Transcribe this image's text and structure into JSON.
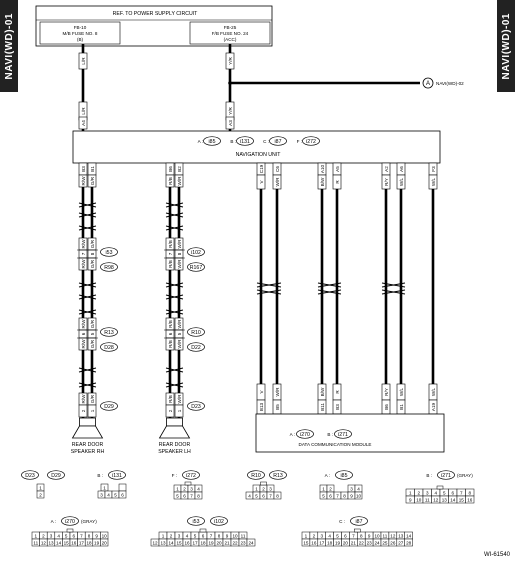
{
  "tabs": {
    "left": "NAVI(WD)-01",
    "right": "NAVI(WD)-01"
  },
  "power": {
    "title": "REF. TO POWER SUPPLY CIRCUIT",
    "fb10": [
      "FB-10",
      "M/B FUSE NO. 8",
      "(B)"
    ],
    "fb25": [
      "FB-25",
      "F/B FUSE NO. 24",
      "(ACC)"
    ]
  },
  "wires": {
    "lr": "L/R",
    "yr": "Y/R",
    "a4": "A4",
    "a3": "A3"
  },
  "branch": {
    "marker": "A",
    "label": "NAVI(WD)-02"
  },
  "nav": {
    "title": "NAVIGATION UNIT",
    "conn": [
      {
        "l": "A :",
        "c": "i85"
      },
      {
        "l": "B :",
        "c": "i131"
      },
      {
        "l": "C :",
        "c": "i87"
      },
      {
        "l": "F :",
        "c": "i272"
      }
    ]
  },
  "rh": {
    "pins_top": [
      "B3",
      "B1"
    ],
    "cols_top": [
      "R/W",
      "G/R"
    ],
    "j1": {
      "pins": [
        "7",
        "8"
      ],
      "cols": [
        "R/W",
        "G/R"
      ],
      "c1": "i53",
      "c2": "R98"
    },
    "j2": {
      "pins": [
        "6",
        "5"
      ],
      "cols": [
        "R/W",
        "G/R"
      ],
      "c1": "R13",
      "c2": "D28"
    },
    "spk": {
      "pins": [
        "2",
        "1"
      ],
      "cols": [
        "R/W",
        "G/R"
      ],
      "c": "D29"
    },
    "label": [
      "REAR DOOR",
      "SPEAKER RH"
    ]
  },
  "lh": {
    "pins_top": [
      "B6",
      "B2"
    ],
    "cols_top": [
      "R/B",
      "W/R"
    ],
    "j1": {
      "pins": [
        "7",
        "8"
      ],
      "cols": [
        "R/B",
        "W/R"
      ],
      "c1": "i102",
      "c2": "R167"
    },
    "j2": {
      "pins": [
        "6",
        "5"
      ],
      "cols": [
        "R/B",
        "W/R"
      ],
      "c1": "R10",
      "c2": "D22"
    },
    "spk": {
      "pins": [
        "2",
        "1"
      ],
      "cols": [
        "R/B",
        "W/R"
      ],
      "c": "D23"
    },
    "label": [
      "REAR DOOR",
      "SPEAKER LH"
    ]
  },
  "dcm": {
    "title": "DATA COMMUNICATION MODULE",
    "conn": [
      {
        "l": "A :",
        "c": "i270"
      },
      {
        "l": "B :",
        "c": "i271"
      }
    ],
    "wires": [
      {
        "nav_pin": "C19",
        "col_top": "V",
        "col_bot": "V",
        "dcm_pin": "B13"
      },
      {
        "nav_pin": "C6",
        "col_top": "W/R",
        "col_bot": "W/R",
        "dcm_pin": "B5"
      },
      {
        "nav_pin": "A10",
        "col_top": "B/W",
        "col_bot": "B/W",
        "dcm_pin": "B11"
      },
      {
        "nav_pin": "A5",
        "col_top": "R",
        "col_bot": "R",
        "dcm_pin": "B3"
      },
      {
        "nav_pin": "A2",
        "col_top": "R/Y",
        "col_bot": "R/Y",
        "dcm_pin": "B6"
      },
      {
        "nav_pin": "A6",
        "col_top": "W/L",
        "col_bot": "W/L",
        "dcm_pin": "B1"
      },
      {
        "nav_pin": "F3",
        "col_top": "W/L",
        "col_bot": "W/L",
        "dcm_pin": "A19"
      }
    ]
  },
  "connectors": {
    "d23": {
      "names": [
        "D23",
        "D29"
      ],
      "pins": [
        "1",
        "2"
      ]
    },
    "i131": {
      "label": "B :",
      "name": "i131",
      "top": [
        "1",
        "2"
      ],
      "bottom": [
        "3",
        "4",
        "5",
        "6"
      ]
    },
    "i272": {
      "label": "F :",
      "name": "i272",
      "top": [
        "1",
        "2",
        "3",
        "4"
      ],
      "bottom": [
        "5",
        "6",
        "7",
        "8"
      ]
    },
    "r10": {
      "names": [
        "R10",
        "R13"
      ],
      "top": [
        "1",
        "2",
        "3"
      ],
      "bottom": [
        "4",
        "5",
        "6",
        "7",
        "8"
      ]
    },
    "i85": {
      "label": "A :",
      "name": "i85",
      "top": [
        "1",
        "2",
        "3",
        "4"
      ],
      "bottom": [
        "5",
        "6",
        "7",
        "8",
        "9",
        "10"
      ]
    },
    "i271": {
      "label": "B :",
      "name": "i271",
      "suffix": "(GRAY)",
      "top": [
        "1",
        "2",
        "3",
        "4",
        "5",
        "6",
        "7",
        "8"
      ],
      "bottom": [
        "9",
        "10",
        "11",
        "12",
        "13",
        "14",
        "15",
        "16"
      ]
    },
    "i270": {
      "label": "A :",
      "name": "i270",
      "suffix": "(GRAY)",
      "top": [
        "1",
        "2",
        "3",
        "4",
        "5",
        "6",
        "7",
        "8",
        "9",
        "10"
      ],
      "bottom": [
        "11",
        "12",
        "13",
        "14",
        "15",
        "16",
        "17",
        "18",
        "19",
        "20"
      ]
    },
    "i53": {
      "names": [
        "i53",
        "i102"
      ],
      "top": [
        "1",
        "2",
        "3",
        "4",
        "5",
        "6",
        "7",
        "8",
        "9",
        "10",
        "11"
      ],
      "bottom": [
        "12",
        "13",
        "14",
        "15",
        "16",
        "17",
        "18",
        "19",
        "20",
        "21",
        "22",
        "23",
        "24"
      ]
    },
    "i87": {
      "label": "C :",
      "name": "i87",
      "top": [
        "1",
        "2",
        "3",
        "4",
        "5",
        "6",
        "7",
        "8",
        "9",
        "10",
        "11",
        "12",
        "13",
        "14"
      ],
      "bottom": [
        "15",
        "16",
        "17",
        "18",
        "19",
        "20",
        "21",
        "22",
        "23",
        "24",
        "25",
        "26",
        "27",
        "28"
      ]
    }
  },
  "code": "WI-61540"
}
